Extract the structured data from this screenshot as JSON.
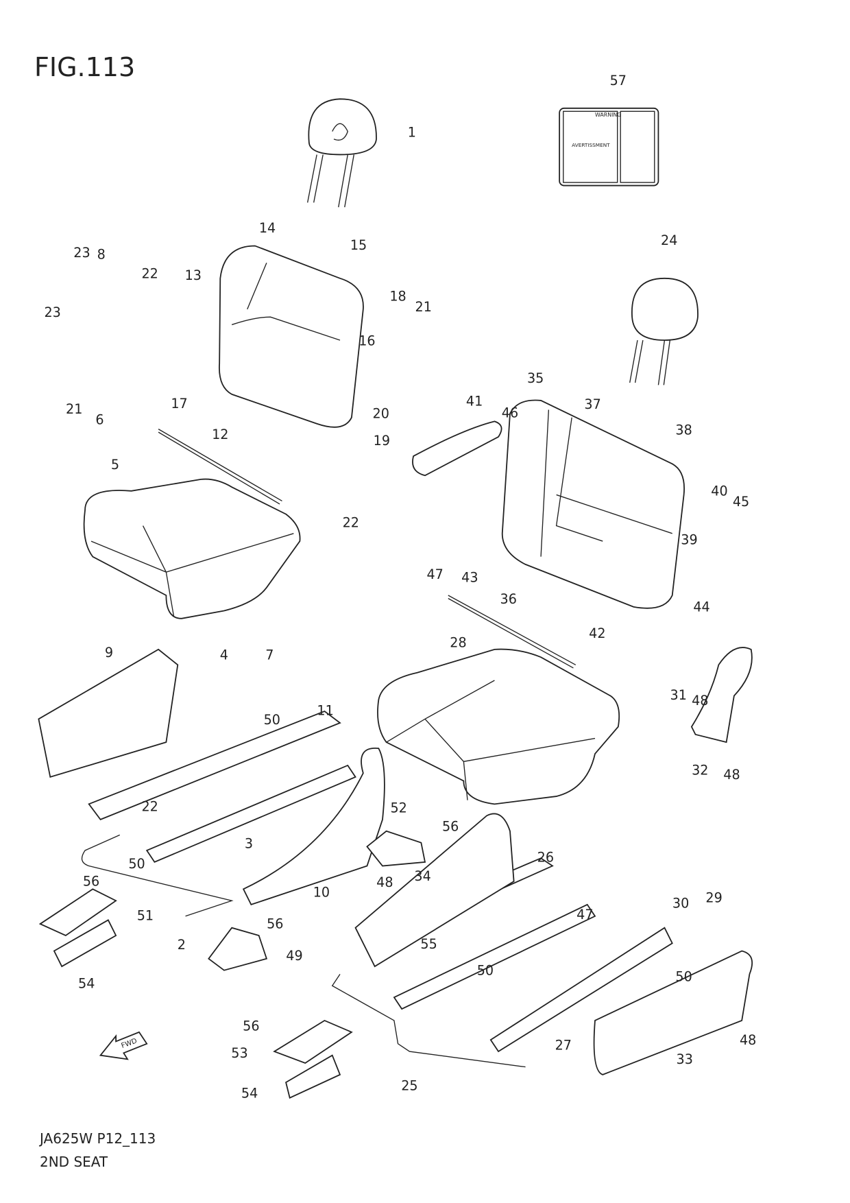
{
  "figure": {
    "title": "FIG.113",
    "code": "JA625W P12_113",
    "name": "2ND SEAT"
  },
  "warning_label": {
    "heading_1": "WARNING",
    "heading_2": "AVERTISSMENT"
  },
  "fwd_arrow": "FWD",
  "part_numbers": [
    "1",
    "57",
    "14",
    "15",
    "24",
    "23",
    "8",
    "22",
    "13",
    "18",
    "21",
    "23",
    "16",
    "20",
    "21",
    "6",
    "17",
    "35",
    "41",
    "46",
    "37",
    "38",
    "12",
    "19",
    "5",
    "22",
    "40",
    "45",
    "39",
    "47",
    "43",
    "44",
    "36",
    "42",
    "9",
    "4",
    "7",
    "28",
    "11",
    "50",
    "31",
    "48",
    "32",
    "48",
    "22",
    "52",
    "56",
    "3",
    "50",
    "26",
    "10",
    "56",
    "48",
    "34",
    "47",
    "30",
    "29",
    "51",
    "56",
    "2",
    "55",
    "49",
    "50",
    "50",
    "54",
    "27",
    "48",
    "33",
    "56",
    "53",
    "25",
    "54"
  ]
}
